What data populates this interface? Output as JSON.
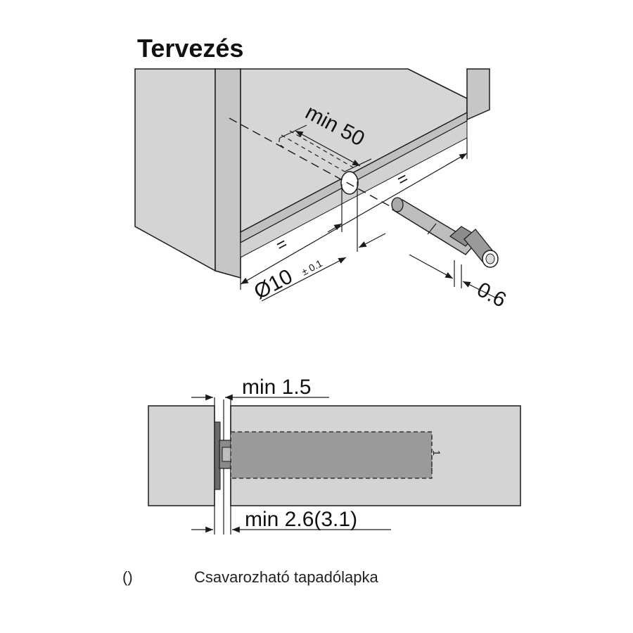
{
  "title": "Tervezés",
  "top_drawing": {
    "min_label": "min 50",
    "equal_right": "=",
    "equal_left": "=",
    "diameter_label": "Ø10",
    "tolerance_label": "± 0.1",
    "offset_label": "0.6"
  },
  "bottom_drawing": {
    "top_label": "min 1.5",
    "bottom_label": "min 2.6(3.1)",
    "marker_label": "1"
  },
  "legend": {
    "symbol": "()",
    "text": "Csavarozható tapadólapka"
  },
  "colors": {
    "panel_fill": "#d4d4d6",
    "panel_dark": "#c8c8ca",
    "cylinder_fill": "#9a9a9a",
    "line": "#1a1a1a"
  }
}
